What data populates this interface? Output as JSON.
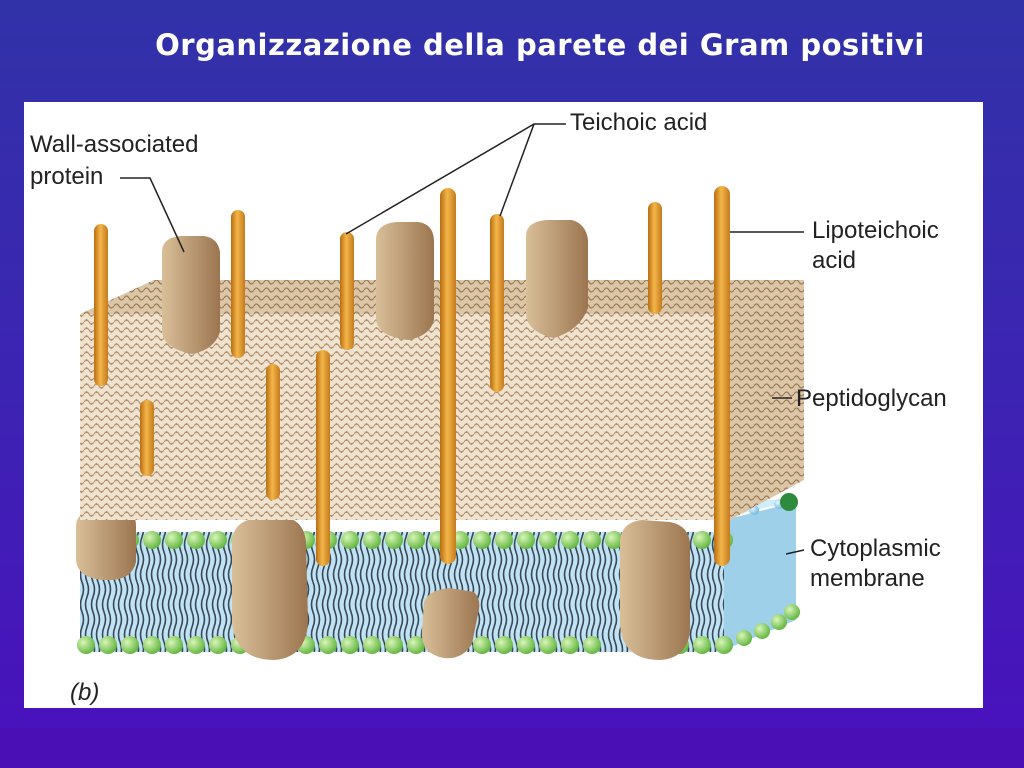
{
  "slide": {
    "title": "Organizzazione della parete dei Gram positivi"
  },
  "figure": {
    "panel_label": "(b)",
    "labels": {
      "wall_associated_protein_line1": "Wall-associated",
      "wall_associated_protein_line2": "protein",
      "teichoic_acid": "Teichoic acid",
      "lipoteichoic_acid_line1": "Lipoteichoic",
      "lipoteichoic_acid_line2": "acid",
      "peptidoglycan": "Peptidoglycan",
      "cytoplasmic_membrane_line1": "Cytoplasmic",
      "cytoplasmic_membrane_line2": "membrane"
    },
    "colors": {
      "background": "#3a27b0",
      "peptidoglycan": "#e6d2b8",
      "peptidoglycan_mesh": "#b89878",
      "acid_rod": "#e8a63a",
      "protein": "#c4a47c",
      "membrane_head": "#8fd46a",
      "membrane_water": "#a9d7ef"
    }
  }
}
